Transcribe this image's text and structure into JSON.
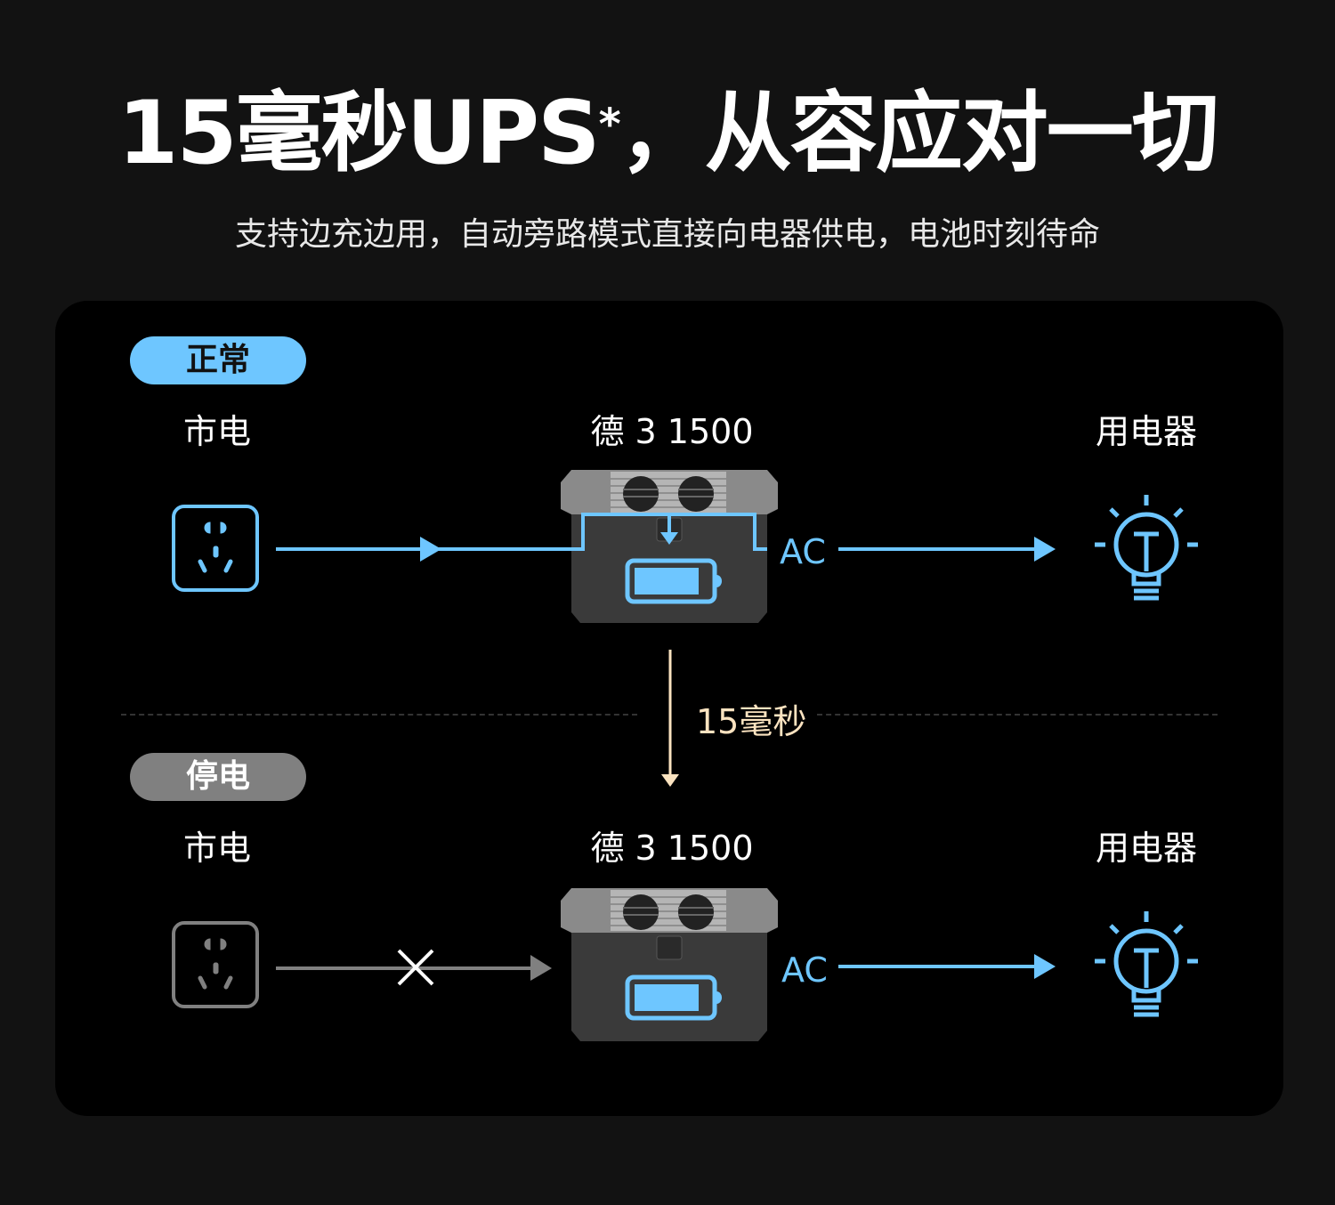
{
  "header": {
    "title_main": "15毫秒UPS",
    "title_mark": "*",
    "title_rest": "，从容应对一切",
    "subtitle": "支持边充边用，自动旁路模式直接向电器供电，电池时刻待命"
  },
  "normal": {
    "badge": "正常",
    "source_label": "市电",
    "device_label": "德 3 1500",
    "load_label": "用电器",
    "output_label": "AC"
  },
  "transition": {
    "label": "15毫秒"
  },
  "outage": {
    "badge": "停电",
    "source_label": "市电",
    "device_label": "德 3 1500",
    "load_label": "用电器",
    "output_label": "AC"
  },
  "colors": {
    "accent": "#6ec6ff",
    "inactive": "#808080",
    "transition": "#fbe3c0",
    "background": "#121212",
    "panel": "#000000"
  }
}
